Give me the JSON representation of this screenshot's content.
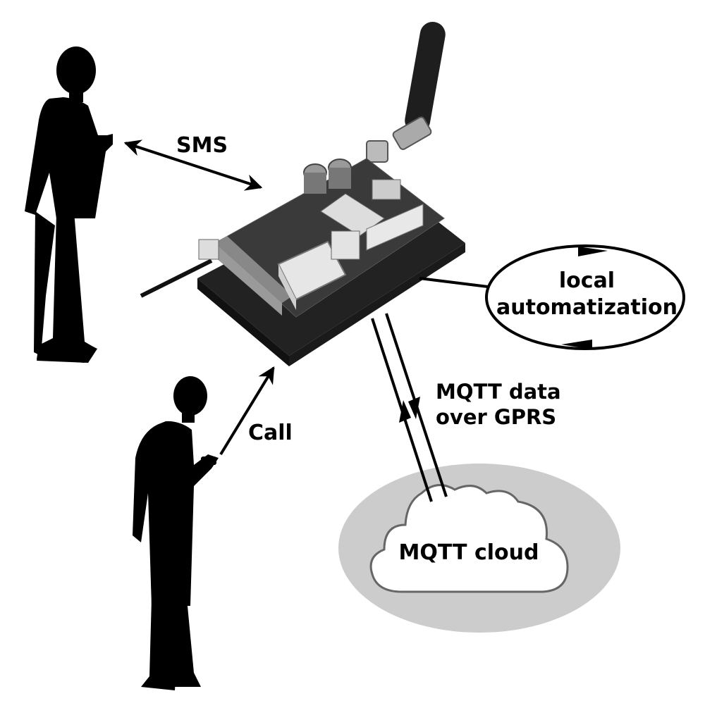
{
  "labels": {
    "sms": "SMS",
    "call": "Call",
    "mqtt_line1": "MQTT data",
    "mqtt_line2": "over GPRS",
    "local_line1": "local",
    "local_line2": "automatization",
    "cloud": "MQTT cloud"
  },
  "icons": {
    "standing_person": "person-with-phone-silhouette",
    "device": "gsm-controller-board-with-antenna",
    "cloud": "cloud-icon"
  },
  "colors": {
    "ink": "#000000",
    "cloud_halo": "#cccccc",
    "cloud_fill": "#ffffff",
    "cloud_outline": "#666666",
    "device_body": "#2b2b2b",
    "board": "#3a3a3a"
  }
}
